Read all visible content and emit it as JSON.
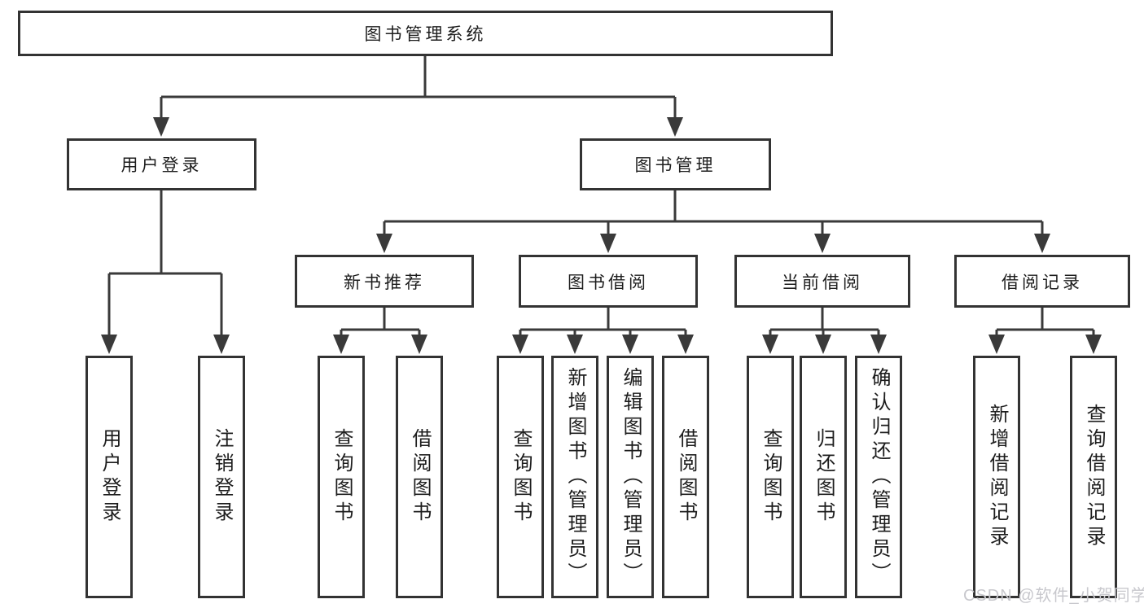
{
  "diagram": {
    "root": "图书管理系统",
    "branches": [
      {
        "label": "用户登录",
        "children": [
          "用户登录",
          "注销登录"
        ]
      },
      {
        "label": "图书管理",
        "sections": [
          {
            "label": "新书推荐",
            "children": [
              "查询图书",
              "借阅图书"
            ]
          },
          {
            "label": "图书借阅",
            "children": [
              "查询图书",
              "新增图书（管理员）",
              "编辑图书（管理员）",
              "借阅图书"
            ]
          },
          {
            "label": "当前借阅",
            "children": [
              "查询图书",
              "归还图书",
              "确认归还（管理员）"
            ]
          },
          {
            "label": "借阅记录",
            "children": [
              "新增借阅记录",
              "查询借阅记录"
            ]
          }
        ]
      }
    ]
  },
  "watermark": {
    "text": "CSDN @软件_小贺同学",
    "color": "#c8c8cd"
  },
  "colors": {
    "line": "#3a3a3a",
    "box_border": "#333333",
    "box_background": "#ffffff",
    "text": "#1d1d1d",
    "background": "#ffffff"
  }
}
